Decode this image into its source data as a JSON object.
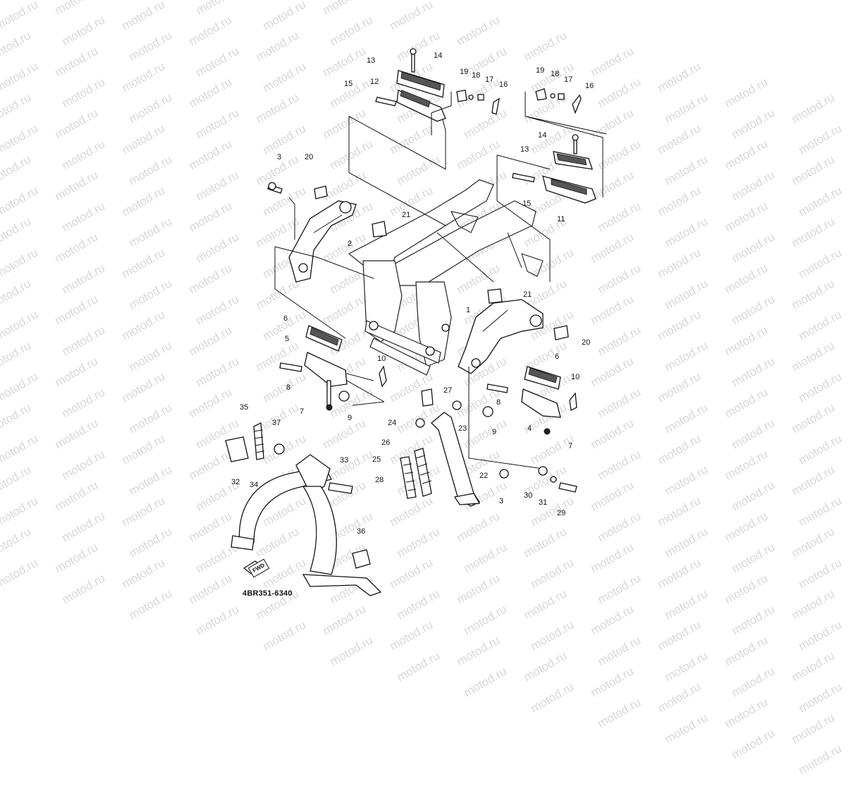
{
  "watermark": {
    "text": "motod.ru"
  },
  "diagram_code": "4BR351-6340",
  "front_marker": "FWD",
  "callouts": [
    {
      "id": "c14a",
      "text": "14"
    },
    {
      "id": "c13a",
      "text": "13"
    },
    {
      "id": "c12",
      "text": "12"
    },
    {
      "id": "c15a",
      "text": "15"
    },
    {
      "id": "c19a",
      "text": "19"
    },
    {
      "id": "c18a",
      "text": "18"
    },
    {
      "id": "c17a",
      "text": "17"
    },
    {
      "id": "c16a",
      "text": "16"
    },
    {
      "id": "c19b",
      "text": "19"
    },
    {
      "id": "c18b",
      "text": "18"
    },
    {
      "id": "c17b",
      "text": "17"
    },
    {
      "id": "c16b",
      "text": "16"
    },
    {
      "id": "c14b",
      "text": "14"
    },
    {
      "id": "c13b",
      "text": "13"
    },
    {
      "id": "c15b",
      "text": "15"
    },
    {
      "id": "c11",
      "text": "11"
    },
    {
      "id": "c3a",
      "text": "3"
    },
    {
      "id": "c20a",
      "text": "20"
    },
    {
      "id": "c21a",
      "text": "21"
    },
    {
      "id": "c2",
      "text": "2"
    },
    {
      "id": "c21b",
      "text": "21"
    },
    {
      "id": "c1",
      "text": "1"
    },
    {
      "id": "c20b",
      "text": "20"
    },
    {
      "id": "c6a",
      "text": "6"
    },
    {
      "id": "c5",
      "text": "5"
    },
    {
      "id": "c10a",
      "text": "10"
    },
    {
      "id": "c8a",
      "text": "8"
    },
    {
      "id": "c7a",
      "text": "7"
    },
    {
      "id": "c9a",
      "text": "9"
    },
    {
      "id": "c6b",
      "text": "6"
    },
    {
      "id": "c10b",
      "text": "10"
    },
    {
      "id": "c8b",
      "text": "8"
    },
    {
      "id": "c9b",
      "text": "9"
    },
    {
      "id": "c4",
      "text": "4"
    },
    {
      "id": "c7b",
      "text": "7"
    },
    {
      "id": "c27",
      "text": "27"
    },
    {
      "id": "c24",
      "text": "24"
    },
    {
      "id": "c23",
      "text": "23"
    },
    {
      "id": "c35",
      "text": "35"
    },
    {
      "id": "c37",
      "text": "37"
    },
    {
      "id": "c26",
      "text": "26"
    },
    {
      "id": "c25",
      "text": "25"
    },
    {
      "id": "c33",
      "text": "33"
    },
    {
      "id": "c22",
      "text": "22"
    },
    {
      "id": "c28",
      "text": "28"
    },
    {
      "id": "c34",
      "text": "34"
    },
    {
      "id": "c32",
      "text": "32"
    },
    {
      "id": "c3b",
      "text": "3"
    },
    {
      "id": "c30",
      "text": "30"
    },
    {
      "id": "c31",
      "text": "31"
    },
    {
      "id": "c29",
      "text": "29"
    },
    {
      "id": "c36",
      "text": "36"
    }
  ]
}
